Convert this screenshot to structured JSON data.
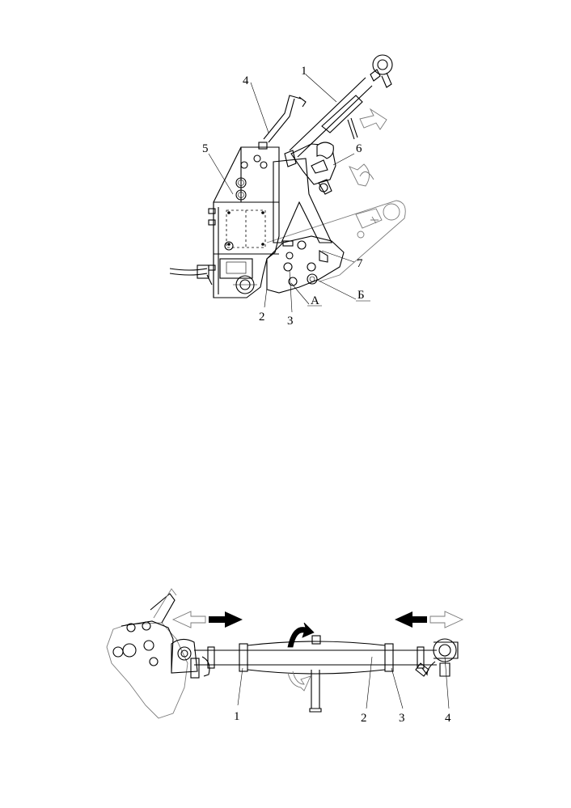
{
  "top_figure": {
    "callouts": [
      "1",
      "4",
      "5",
      "6",
      "2",
      "3",
      "7",
      "А",
      "Б"
    ]
  },
  "bottom_figure": {
    "callouts": [
      "1",
      "2",
      "3",
      "4"
    ]
  }
}
